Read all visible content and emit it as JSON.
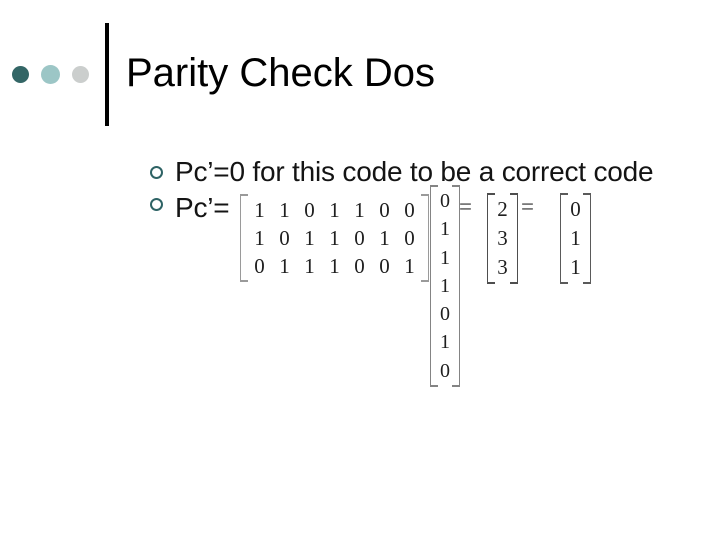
{
  "slide": {
    "title": "Parity Check Dos",
    "bullets": [
      {
        "text": "Pc’=0 for this code to be a correct code"
      },
      {
        "text": "Pc’="
      }
    ]
  },
  "equation": {
    "p_matrix": [
      [
        1,
        1,
        0,
        1,
        1,
        0,
        0
      ],
      [
        1,
        0,
        1,
        1,
        0,
        1,
        0
      ],
      [
        0,
        1,
        1,
        1,
        0,
        0,
        1
      ]
    ],
    "c_vector": [
      0,
      1,
      1,
      1,
      0,
      1,
      0
    ],
    "equals_1": "=",
    "sum_vector": [
      2,
      3,
      3
    ],
    "equals_2": "=",
    "result_vector": [
      0,
      1,
      1
    ]
  },
  "decor": {
    "dot_colors": [
      "#336666",
      "#9CC6C6",
      "#CBCECD"
    ],
    "bullet_ring_color": "#2E6365",
    "divider_color": "#000000"
  }
}
